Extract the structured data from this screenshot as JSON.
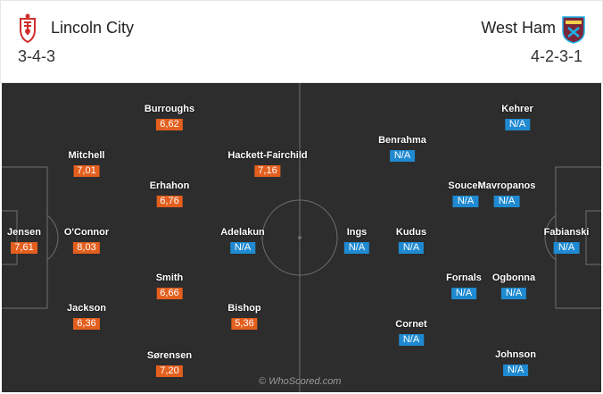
{
  "home": {
    "name": "Lincoln City",
    "formation": "3-4-3",
    "rating_color": "#e35f1e"
  },
  "away": {
    "name": "West Ham",
    "formation": "4-2-3-1",
    "rating_color": "#1f8ad1"
  },
  "watermark": "© WhoScored.com",
  "players": [
    {
      "name": "Jensen",
      "rating": "7,61",
      "team": "home"
    },
    {
      "name": "Mitchell",
      "rating": "7,01",
      "team": "home"
    },
    {
      "name": "O'Connor",
      "rating": "8,03",
      "team": "home"
    },
    {
      "name": "Jackson",
      "rating": "6,36",
      "team": "home"
    },
    {
      "name": "Burroughs",
      "rating": "6,62",
      "team": "home"
    },
    {
      "name": "Erhahon",
      "rating": "6,76",
      "team": "home"
    },
    {
      "name": "Smith",
      "rating": "6,66",
      "team": "home"
    },
    {
      "name": "Sørensen",
      "rating": "7,20",
      "team": "home"
    },
    {
      "name": "Hackett-Fairchild",
      "rating": "7,16",
      "team": "home"
    },
    {
      "name": "Adelakun",
      "rating": "N/A",
      "team": "home"
    },
    {
      "name": "Bishop",
      "rating": "5,36",
      "team": "home"
    },
    {
      "name": "Kehrer",
      "rating": "N/A",
      "team": "away"
    },
    {
      "name": "Benrahma",
      "rating": "N/A",
      "team": "away"
    },
    {
      "name": "Soucek",
      "rating": "N/A",
      "team": "away"
    },
    {
      "name": "Mavropanos",
      "rating": "N/A",
      "team": "away"
    },
    {
      "name": "Ings",
      "rating": "N/A",
      "team": "away"
    },
    {
      "name": "Kudus",
      "rating": "N/A",
      "team": "away"
    },
    {
      "name": "Fabianski",
      "rating": "N/A",
      "team": "away"
    },
    {
      "name": "Fornals",
      "rating": "N/A",
      "team": "away"
    },
    {
      "name": "Ogbonna",
      "rating": "N/A",
      "team": "away"
    },
    {
      "name": "Cornet",
      "rating": "N/A",
      "team": "away"
    },
    {
      "name": "Johnson",
      "rating": "N/A",
      "team": "away"
    }
  ]
}
